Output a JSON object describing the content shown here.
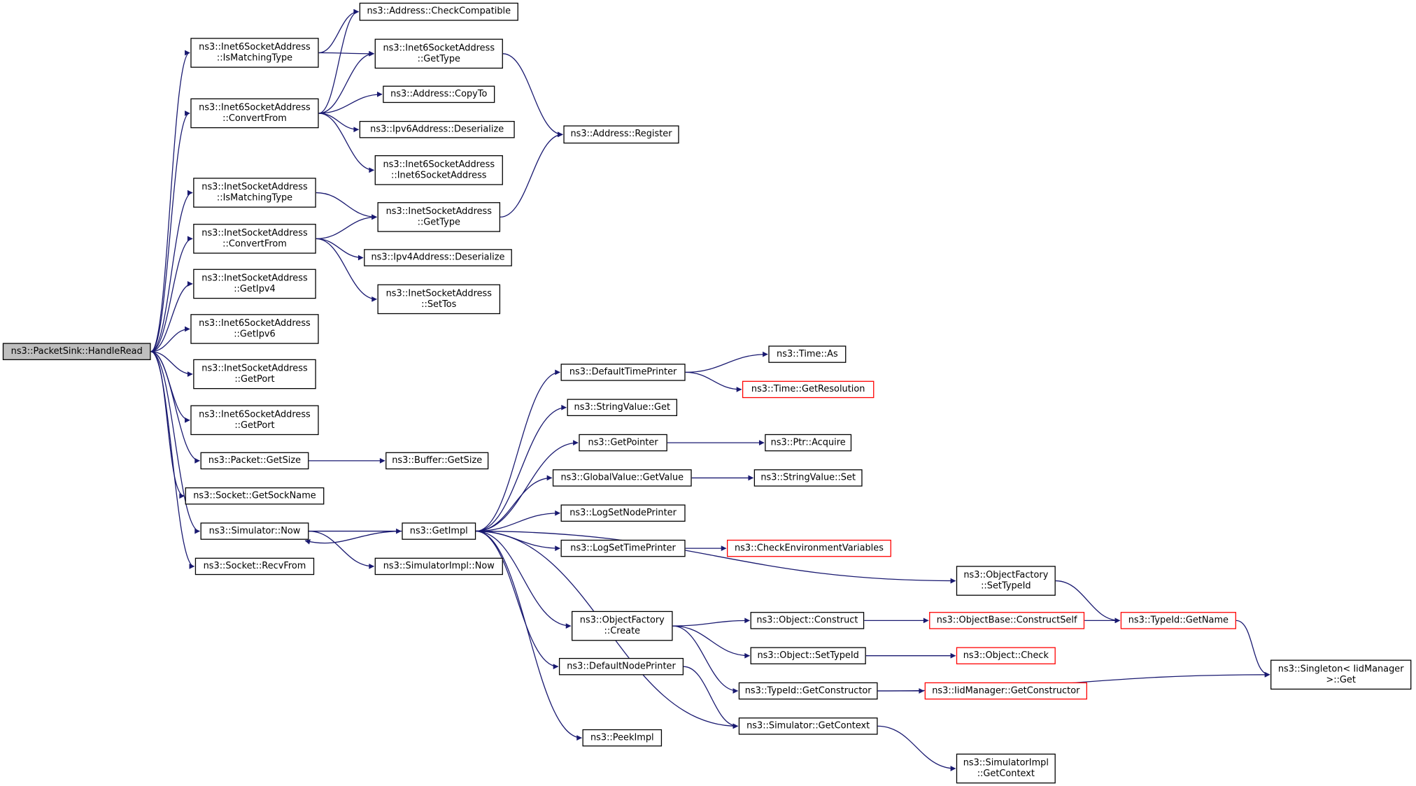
{
  "diagram": {
    "colors": {
      "edge": "#191970",
      "node_border": "#000000",
      "truncated_border": "#ff0000",
      "root_fill": "#bfbfbf"
    },
    "nodes": [
      {
        "id": "root",
        "lines": [
          "ns3::PacketSink::HandleRead"
        ],
        "root": true
      },
      {
        "id": "i6_ismatch",
        "lines": [
          "ns3::Inet6SocketAddress",
          "::IsMatchingType"
        ]
      },
      {
        "id": "i6_convert",
        "lines": [
          "ns3::Inet6SocketAddress",
          "::ConvertFrom"
        ]
      },
      {
        "id": "i4_ismatch",
        "lines": [
          "ns3::InetSocketAddress",
          "::IsMatchingType"
        ]
      },
      {
        "id": "i4_convert",
        "lines": [
          "ns3::InetSocketAddress",
          "::ConvertFrom"
        ]
      },
      {
        "id": "i4_getipv4",
        "lines": [
          "ns3::InetSocketAddress",
          "::GetIpv4"
        ]
      },
      {
        "id": "i6_getipv6",
        "lines": [
          "ns3::Inet6SocketAddress",
          "::GetIpv6"
        ]
      },
      {
        "id": "i4_getport",
        "lines": [
          "ns3::InetSocketAddress",
          "::GetPort"
        ]
      },
      {
        "id": "i6_getport",
        "lines": [
          "ns3::Inet6SocketAddress",
          "::GetPort"
        ]
      },
      {
        "id": "pkt_getsize",
        "lines": [
          "ns3::Packet::GetSize"
        ]
      },
      {
        "id": "sock_getsockname",
        "lines": [
          "ns3::Socket::GetSockName"
        ]
      },
      {
        "id": "sim_now",
        "lines": [
          "ns3::Simulator::Now"
        ]
      },
      {
        "id": "sock_recvfrom",
        "lines": [
          "ns3::Socket::RecvFrom"
        ]
      },
      {
        "id": "addr_checkcompat",
        "lines": [
          "ns3::Address::CheckCompatible"
        ]
      },
      {
        "id": "i6_gettype",
        "lines": [
          "ns3::Inet6SocketAddress",
          "::GetType"
        ]
      },
      {
        "id": "addr_copyto",
        "lines": [
          "ns3::Address::CopyTo"
        ]
      },
      {
        "id": "ipv6_deser",
        "lines": [
          "ns3::Ipv6Address::Deserialize"
        ]
      },
      {
        "id": "i6_ctor",
        "lines": [
          "ns3::Inet6SocketAddress",
          "::Inet6SocketAddress"
        ]
      },
      {
        "id": "addr_register",
        "lines": [
          "ns3::Address::Register"
        ]
      },
      {
        "id": "i4_gettype",
        "lines": [
          "ns3::InetSocketAddress",
          "::GetType"
        ]
      },
      {
        "id": "ipv4_deser",
        "lines": [
          "ns3::Ipv4Address::Deserialize"
        ]
      },
      {
        "id": "i4_settos",
        "lines": [
          "ns3::InetSocketAddress",
          "::SetTos"
        ]
      },
      {
        "id": "buf_getsize",
        "lines": [
          "ns3::Buffer::GetSize"
        ]
      },
      {
        "id": "getimpl",
        "lines": [
          "ns3::GetImpl"
        ]
      },
      {
        "id": "simimpl_now",
        "lines": [
          "ns3::SimulatorImpl::Now"
        ]
      },
      {
        "id": "default_time_printer",
        "lines": [
          "ns3::DefaultTimePrinter"
        ]
      },
      {
        "id": "time_as",
        "lines": [
          "ns3::Time::As"
        ]
      },
      {
        "id": "time_getres",
        "lines": [
          "ns3::Time::GetResolution"
        ],
        "truncated": true
      },
      {
        "id": "stringvalue_get",
        "lines": [
          "ns3::StringValue::Get"
        ]
      },
      {
        "id": "getpointer",
        "lines": [
          "ns3::GetPointer"
        ]
      },
      {
        "id": "ptr_acquire",
        "lines": [
          "ns3::Ptr::Acquire"
        ]
      },
      {
        "id": "globalvalue_getvalue",
        "lines": [
          "ns3::GlobalValue::GetValue"
        ]
      },
      {
        "id": "stringvalue_set",
        "lines": [
          "ns3::StringValue::Set"
        ]
      },
      {
        "id": "logsetnodeprinter",
        "lines": [
          "ns3::LogSetNodePrinter"
        ]
      },
      {
        "id": "logsettimeprinter",
        "lines": [
          "ns3::LogSetTimePrinter"
        ]
      },
      {
        "id": "checkenv",
        "lines": [
          "ns3::CheckEnvironmentVariables"
        ],
        "truncated": true
      },
      {
        "id": "objfactory_settypeid",
        "lines": [
          "ns3::ObjectFactory",
          "::SetTypeId"
        ]
      },
      {
        "id": "objfactory_create",
        "lines": [
          "ns3::ObjectFactory",
          "::Create"
        ]
      },
      {
        "id": "object_construct",
        "lines": [
          "ns3::Object::Construct"
        ]
      },
      {
        "id": "objectbase_constructself",
        "lines": [
          "ns3::ObjectBase::ConstructSelf"
        ],
        "truncated": true
      },
      {
        "id": "typeid_getname",
        "lines": [
          "ns3::TypeId::GetName"
        ],
        "truncated": true
      },
      {
        "id": "object_settypeid",
        "lines": [
          "ns3::Object::SetTypeId"
        ]
      },
      {
        "id": "object_check",
        "lines": [
          "ns3::Object::Check"
        ],
        "truncated": true
      },
      {
        "id": "singleton_get",
        "lines": [
          "ns3::Singleton< IidManager",
          ">::Get"
        ]
      },
      {
        "id": "default_node_printer",
        "lines": [
          "ns3::DefaultNodePrinter"
        ]
      },
      {
        "id": "typeid_getconstructor",
        "lines": [
          "ns3::TypeId::GetConstructor"
        ]
      },
      {
        "id": "iidmanager_getconstructor",
        "lines": [
          "ns3::IidManager::GetConstructor"
        ],
        "truncated": true
      },
      {
        "id": "sim_getcontext",
        "lines": [
          "ns3::Simulator::GetContext"
        ]
      },
      {
        "id": "peekimpl",
        "lines": [
          "ns3::PeekImpl"
        ]
      },
      {
        "id": "simimpl_getcontext",
        "lines": [
          "ns3::SimulatorImpl",
          "::GetContext"
        ]
      }
    ],
    "edges": [
      [
        "root",
        "i6_ismatch"
      ],
      [
        "root",
        "i6_convert"
      ],
      [
        "root",
        "i4_ismatch"
      ],
      [
        "root",
        "i4_convert"
      ],
      [
        "root",
        "i4_getipv4"
      ],
      [
        "root",
        "i6_getipv6"
      ],
      [
        "root",
        "i4_getport"
      ],
      [
        "root",
        "i6_getport"
      ],
      [
        "root",
        "pkt_getsize"
      ],
      [
        "root",
        "sock_getsockname"
      ],
      [
        "root",
        "sim_now"
      ],
      [
        "root",
        "sock_recvfrom"
      ],
      [
        "i6_ismatch",
        "addr_checkcompat"
      ],
      [
        "i6_ismatch",
        "i6_gettype"
      ],
      [
        "i6_convert",
        "addr_checkcompat"
      ],
      [
        "i6_convert",
        "i6_gettype"
      ],
      [
        "i6_convert",
        "addr_copyto"
      ],
      [
        "i6_convert",
        "ipv6_deser"
      ],
      [
        "i6_convert",
        "i6_ctor"
      ],
      [
        "i6_gettype",
        "addr_register"
      ],
      [
        "i4_gettype",
        "addr_register"
      ],
      [
        "i4_ismatch",
        "i4_gettype"
      ],
      [
        "i4_convert",
        "i4_gettype"
      ],
      [
        "i4_convert",
        "ipv4_deser"
      ],
      [
        "i4_convert",
        "i4_settos"
      ],
      [
        "pkt_getsize",
        "buf_getsize"
      ],
      [
        "sim_now",
        "getimpl"
      ],
      [
        "sim_now",
        "simimpl_now"
      ],
      [
        "getimpl",
        "sim_now"
      ],
      [
        "getimpl",
        "default_time_printer"
      ],
      [
        "getimpl",
        "stringvalue_get"
      ],
      [
        "getimpl",
        "getpointer"
      ],
      [
        "getimpl",
        "globalvalue_getvalue"
      ],
      [
        "getimpl",
        "logsetnodeprinter"
      ],
      [
        "getimpl",
        "logsettimeprinter"
      ],
      [
        "getimpl",
        "objfactory_settypeid"
      ],
      [
        "getimpl",
        "objfactory_create"
      ],
      [
        "getimpl",
        "default_node_printer"
      ],
      [
        "getimpl",
        "sim_getcontext"
      ],
      [
        "getimpl",
        "peekimpl"
      ],
      [
        "default_time_printer",
        "time_as"
      ],
      [
        "default_time_printer",
        "time_getres"
      ],
      [
        "getpointer",
        "ptr_acquire"
      ],
      [
        "globalvalue_getvalue",
        "stringvalue_set"
      ],
      [
        "logsettimeprinter",
        "checkenv"
      ],
      [
        "objfactory_settypeid",
        "typeid_getname"
      ],
      [
        "objfactory_create",
        "object_construct"
      ],
      [
        "objfactory_create",
        "object_settypeid"
      ],
      [
        "objfactory_create",
        "typeid_getconstructor"
      ],
      [
        "object_construct",
        "objectbase_constructself"
      ],
      [
        "objectbase_constructself",
        "typeid_getname"
      ],
      [
        "object_settypeid",
        "object_check"
      ],
      [
        "typeid_getname",
        "singleton_get"
      ],
      [
        "typeid_getconstructor",
        "iidmanager_getconstructor"
      ],
      [
        "typeid_getconstructor",
        "singleton_get"
      ],
      [
        "default_node_printer",
        "sim_getcontext"
      ],
      [
        "sim_getcontext",
        "simimpl_getcontext"
      ]
    ]
  }
}
